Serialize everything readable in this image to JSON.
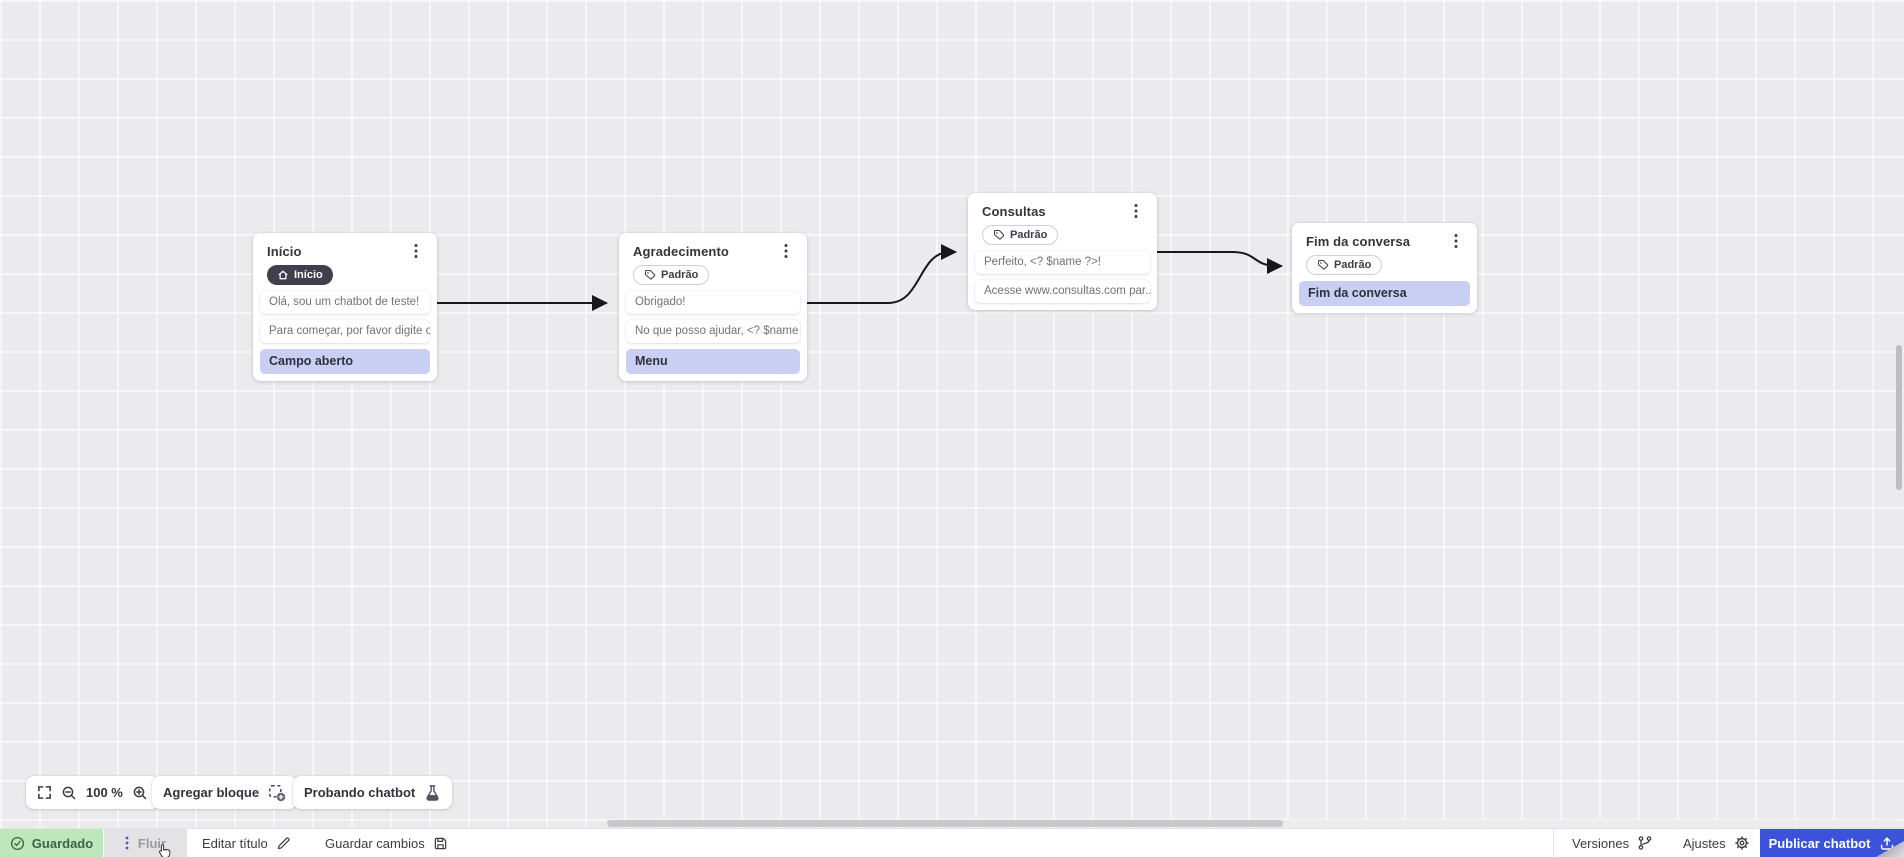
{
  "canvas": {
    "nodes": [
      {
        "title": "Início",
        "badge": "Início",
        "messages": [
          "Olá, sou um chatbot de teste!",
          "Para começar, por favor digite o ..."
        ],
        "action": "Campo aberto"
      },
      {
        "title": "Agradecimento",
        "badge": "Padrão",
        "messages": [
          "Obrigado!",
          "No que posso ajudar, <? $name ..."
        ],
        "action": "Menu"
      },
      {
        "title": "Consultas",
        "badge": "Padrão",
        "messages": [
          "Perfeito, <? $name ?>!",
          "Acesse www.consultas.com par..."
        ]
      },
      {
        "title": "Fim da conversa",
        "badge": "Padrão",
        "messages": [],
        "action": "Fim da conversa"
      }
    ]
  },
  "toolbar": {
    "zoom_level": "100 %",
    "add_block": "Agregar bloque",
    "test_chatbot": "Probando chatbot"
  },
  "statusbar": {
    "saved": "Guardado",
    "flow_tab": "Fluir",
    "edit_title": "Editar título",
    "save_changes": "Guardar cambios",
    "versions": "Versiones",
    "settings": "Ajustes",
    "publish": "Publicar chatbot"
  },
  "colors": {
    "accent_blue": "#3A53D9",
    "saved_green_bg": "#BEE7BB",
    "highlight_purple": "#C9CEF3",
    "badge_dark": "#413E4E"
  }
}
